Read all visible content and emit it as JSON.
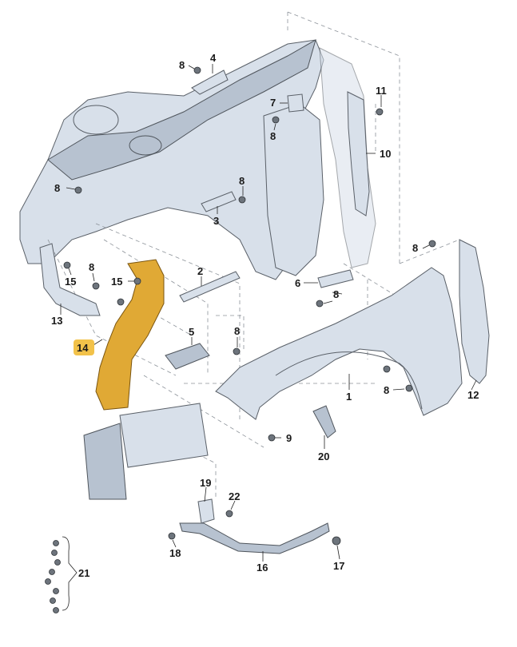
{
  "callouts": {
    "c1": "1",
    "c2": "2",
    "c3": "3",
    "c4": "4",
    "c5": "5",
    "c6": "6",
    "c7": "7",
    "c8a": "8",
    "c8b": "8",
    "c8c": "8",
    "c8d": "8",
    "c8e": "8",
    "c8f": "8",
    "c8g": "8",
    "c8h": "8",
    "c8i": "8",
    "c9": "9",
    "c10": "10",
    "c11": "11",
    "c12": "12",
    "c13": "13",
    "c14": "14",
    "c15a": "15",
    "c15b": "15",
    "c16": "16",
    "c17": "17",
    "c18": "18",
    "c19": "19",
    "c20": "20",
    "c21": "21",
    "c22": "22"
  },
  "highlight_color": "#f2c24a"
}
